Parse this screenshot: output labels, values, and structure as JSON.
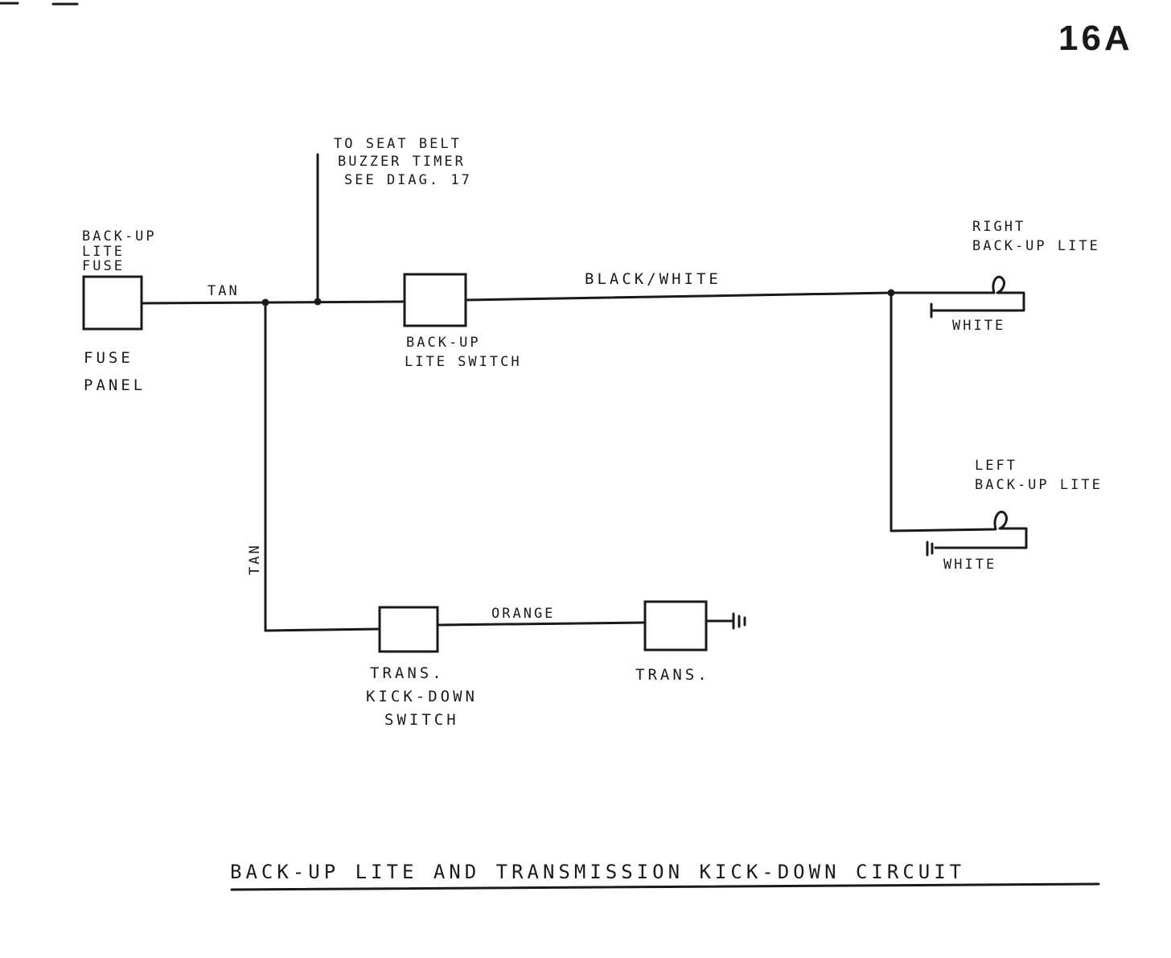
{
  "page_number": "16A",
  "title": "BACK-UP LITE AND TRANSMISSION KICK-DOWN CIRCUIT",
  "fuse": {
    "label_lines": [
      "BACK-UP",
      "LITE",
      "FUSE"
    ],
    "panel_lines": [
      "FUSE",
      "PANEL"
    ]
  },
  "seat_belt_note": [
    "TO SEAT BELT",
    "BUZZER TIMER",
    "SEE DIAG. 17"
  ],
  "backup_switch": {
    "label_lines": [
      "BACK-UP",
      "LITE SWITCH"
    ]
  },
  "right_lite": {
    "label_lines": [
      "RIGHT",
      "BACK-UP LITE"
    ]
  },
  "left_lite": {
    "label_lines": [
      "LEFT",
      "BACK-UP LITE"
    ]
  },
  "kickdown_switch": {
    "label_lines": [
      "TRANS.",
      "KICK-DOWN",
      "SWITCH"
    ]
  },
  "trans": {
    "label": "TRANS."
  },
  "wires": {
    "fuse_to_junction": "TAN",
    "vertical_tan": "TAN",
    "switch_to_lites": "BLACK/WHITE",
    "kickdown_to_trans": "ORANGE",
    "right_ground": "WHITE",
    "left_ground": "WHITE"
  },
  "colors": {
    "ink": "#1a1a1a",
    "paper": "#ffffff"
  }
}
